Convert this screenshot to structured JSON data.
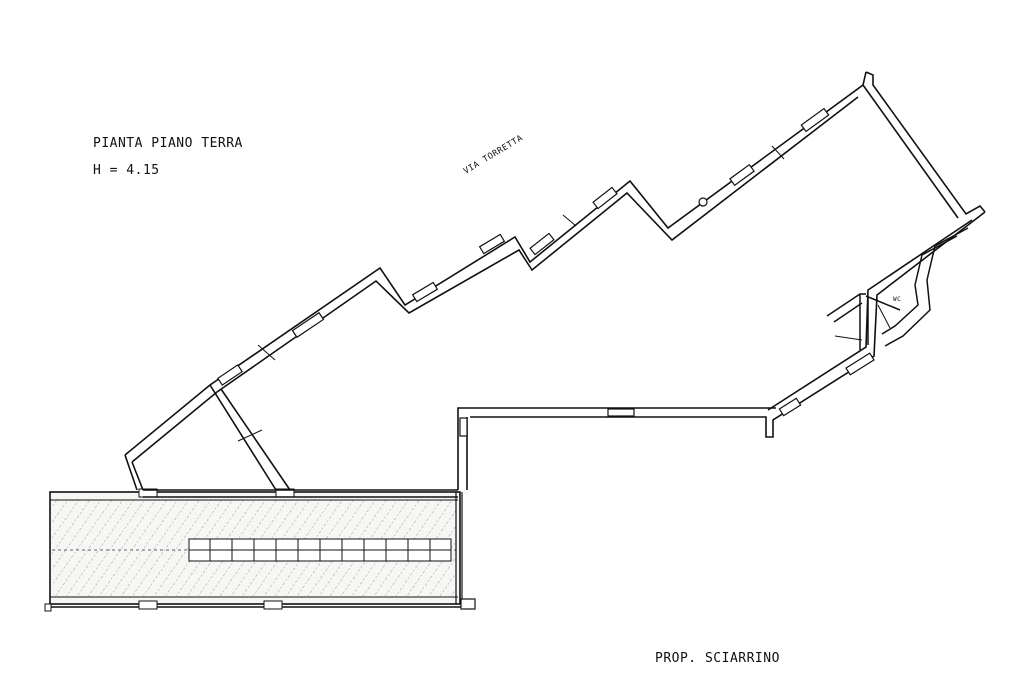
{
  "labels": {
    "plan_title": "PIANTA PIANO TERRA",
    "height": "H = 4.15",
    "street": "VIA TORRETTA",
    "owner": "PROP. SCIARRINO",
    "wc": "WC"
  },
  "colors": {
    "background": "#ffffff",
    "ink": "#111111",
    "hatch": "#555555",
    "stripe_fill": "#f4f4f2"
  },
  "icons": {
    "door_swing": "door-swing-icon"
  }
}
